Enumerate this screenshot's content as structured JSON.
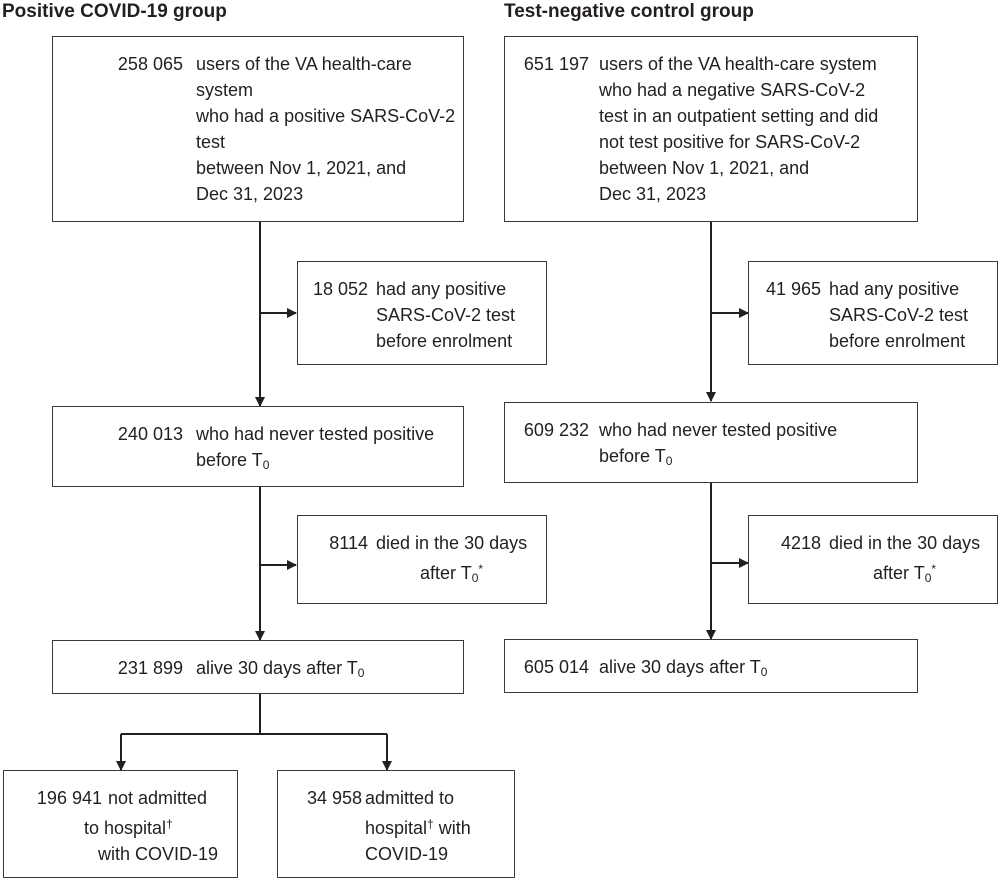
{
  "headings": {
    "left": "Positive COVID-19 group",
    "right": "Test-negative control group"
  },
  "left": {
    "b1": {
      "n": "258 065",
      "t": "users of the VA health-care system\nwho had a positive SARS-CoV-2 test\nbetween Nov 1, 2021, and\nDec 31, 2023"
    },
    "e1": {
      "n": "18 052",
      "t": "had any positive\nSARS-CoV-2 test\nbefore enrolment"
    },
    "b2": {
      "n": "240 013",
      "t": "who had never tested positive",
      "t2": "before T",
      "sub": "0"
    },
    "e2": {
      "n": "8114",
      "t": "died in the 30 days",
      "t2": "after T",
      "sub": "0",
      "sup": "*"
    },
    "b3": {
      "n": "231 899",
      "t": "alive 30 days after T",
      "sub": "0"
    },
    "h1": {
      "n": "196 941",
      "t": "not admitted",
      "t2": "to hospital",
      "sup": "†",
      "t3": "with COVID-19"
    },
    "h2": {
      "n": "34 958",
      "t": "admitted to",
      "t2": "hospital",
      "sup": "†",
      "t2b": " with",
      "t3": "COVID-19"
    }
  },
  "right": {
    "b1": {
      "n": "651 197",
      "t": "users of the VA health-care system\nwho had a negative SARS-CoV-2\ntest in an outpatient setting and did\nnot test positive for SARS-CoV-2\nbetween Nov 1, 2021, and\nDec 31, 2023"
    },
    "e1": {
      "n": "41 965",
      "t": "had any positive\nSARS-CoV-2 test\nbefore enrolment"
    },
    "b2": {
      "n": "609 232",
      "t": "who had never tested positive",
      "t2": "before T",
      "sub": "0"
    },
    "e2": {
      "n": "4218",
      "t": "died in the 30 days",
      "t2": "after T",
      "sub": "0",
      "sup": "*"
    },
    "b3": {
      "n": "605 014",
      "t": "alive 30 days after T",
      "sub": "0"
    }
  }
}
